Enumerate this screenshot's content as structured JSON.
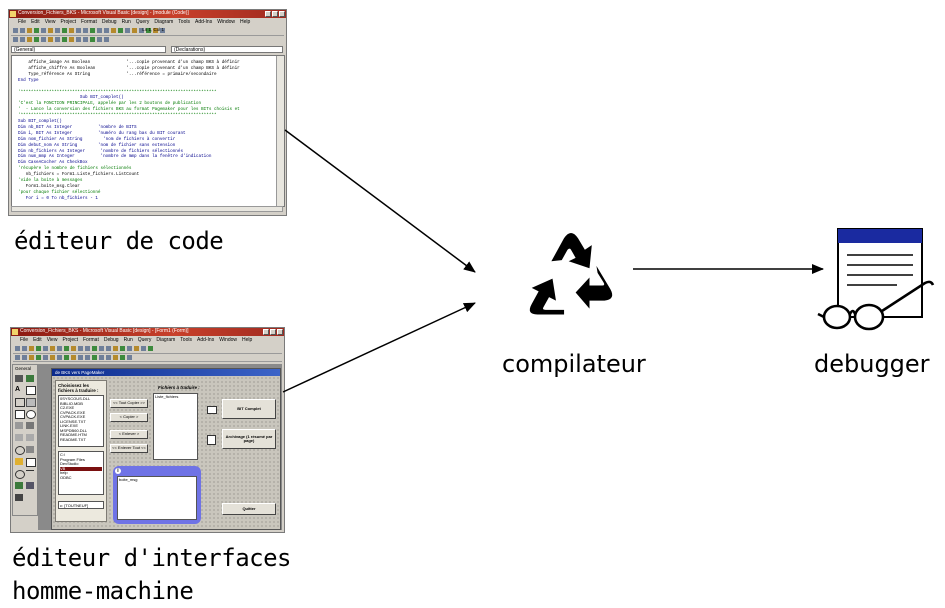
{
  "labels": {
    "code_editor": "éditeur de code",
    "gui_editor_line1": "éditeur d'interfaces",
    "gui_editor_line2": "homme-machine",
    "compiler": "compilateur",
    "debugger": "debugger"
  },
  "code_window": {
    "title": "Conversion_Fichiers_BKS - Microsoft Visual Basic [design] - [module (Code)]",
    "menu": [
      "File",
      "Edit",
      "View",
      "Project",
      "Format",
      "Debug",
      "Run",
      "Query",
      "Diagram",
      "Tools",
      "Add-Ins",
      "Window",
      "Help"
    ],
    "toolbar_position": "Ln 1, Col 1",
    "left_combo": "(General)",
    "right_combo": "(Declarations)",
    "code_lines": [
      "    affiche_image As Boolean              '...copie provenant d'un champ BKS à définir",
      "    affiche_chiffre As Boolean            '...copie provenant d'un champ BKS à définir",
      "    Type_référence As String              '...référence = primaire/secondaire",
      "End Type",
      "",
      "'****************************************************************************",
      "                        Sub BIT_complet()",
      "'C'est la FONCTION PRINCIPALE, appelée par les 2 boutons de publication",
      "'  - Lance la conversion des fichiers BKS au format Pagemaker pour les BITs choisis et",
      "'****************************************************************************",
      "Sub BIT_complet()",
      "Dim nb_BIT As Integer          'nombre de BITS",
      "Dim i, BIT As Integer          'numéro du rang bas du BIT courant",
      "Dim nom_fichier As String        'nom de fichiers à convertir",
      "Dim debut_nom As String        'nom de fichier sans extension",
      "Dim nb_fichiers As Integer      'nombre de fichiers sélectionnés",
      "Dim num_mmp As Integer          'nombre de mmp dans la fenêtre d'indication",
      "Dim CaseACocher As CheckBox",
      "'récupère le nombre de fichiers sélectionnés",
      "   nb_fichiers = Form1.Liste_fichiers.ListCount",
      "'vide la boite à messages",
      "   Form1.boite_msg.Clear",
      "'pour chaque fichier sélectionné",
      "   For i = 0 To nb_fichiers - 1"
    ]
  },
  "gui_window": {
    "title": "Conversion_Fichiers_BKS - Microsoft Visual Basic [design] - [Form1 (Form)]",
    "menu": [
      "File",
      "Edit",
      "View",
      "Project",
      "Format",
      "Debug",
      "Run",
      "Query",
      "Diagram",
      "Tools",
      "Add-Ins",
      "Window",
      "Help"
    ],
    "toolbox_title": "General",
    "form_title": "de BKS vers PageMaker",
    "group_title": "Choisissez les fichiers à traduire :",
    "file_list": [
      "0SYSCOUS.DLL",
      "BIBLIO.MDB",
      "C2.EXE",
      "CVPACK.EXE",
      "CVPACK.EXE",
      "LICENSE.TXT",
      "LINK.EXE",
      "MSPDB60.DLL",
      "README.HTM",
      "README.TXT"
    ],
    "dir_list": [
      "C:\\",
      "Program Files",
      "DevStudio",
      "VB",
      "help",
      "ODBC"
    ],
    "drive_combo": "c: [TOUTNEUF]",
    "files_to_translate_label": "Fichiers à traduire :",
    "files_to_translate_list": "Liste_fichiers",
    "message_box_text": "boite_msg",
    "buttons": {
      "copy_all": "<< Tout Copier >>",
      "copy": "< Copier >",
      "remove": "< Enlever >",
      "remove_all": "<< Enlever Tout <<",
      "bit_complet": "BIT Complet",
      "archive": "Archivage (1 résumé par page)",
      "quit": "Quitter"
    }
  },
  "colors": {
    "vb_title_bar": "#a52a1c",
    "form_title_bar": "#0b2a8c",
    "msg_frame": "#6f73e6",
    "comment_green": "#007a00"
  },
  "icons": {
    "compiler": "recycle-arrows-icon",
    "debugger": "document-with-glasses-icon"
  }
}
